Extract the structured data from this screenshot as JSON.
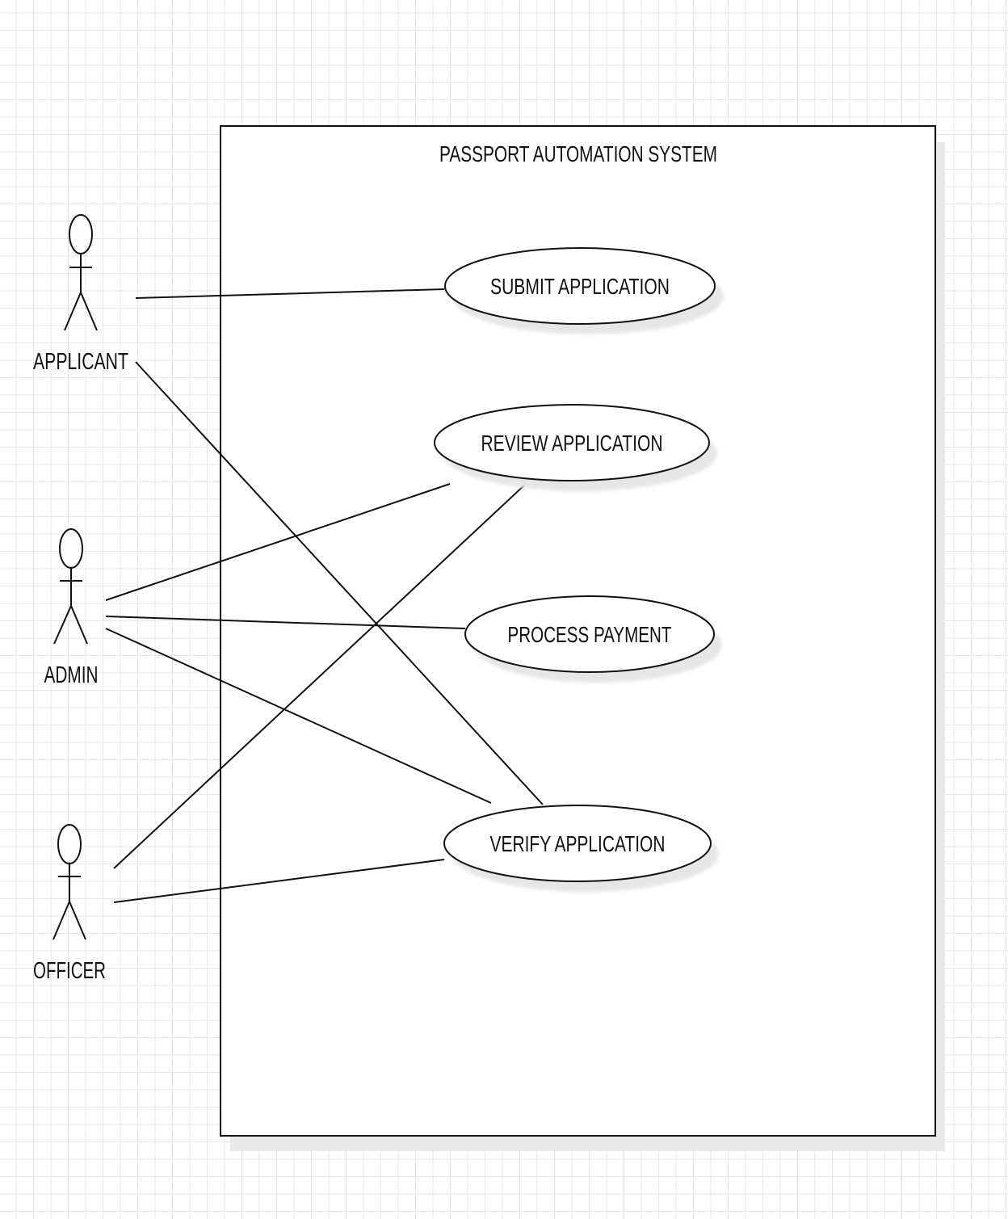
{
  "system": {
    "title": "PASSPORT AUTOMATION SYSTEM"
  },
  "actors": {
    "applicant": "APPLICANT",
    "admin": "ADMIN",
    "officer": "OFFICER"
  },
  "use_cases": {
    "submit": "SUBMIT APPLICATION",
    "review": "REVIEW APPLICATION",
    "payment": "PROCESS PAYMENT",
    "verify": "VERIFY APPLICATION"
  },
  "associations": [
    {
      "actor": "APPLICANT",
      "use_case": "SUBMIT APPLICATION"
    },
    {
      "actor": "APPLICANT",
      "use_case": "VERIFY APPLICATION"
    },
    {
      "actor": "ADMIN",
      "use_case": "REVIEW APPLICATION"
    },
    {
      "actor": "ADMIN",
      "use_case": "PROCESS PAYMENT"
    },
    {
      "actor": "ADMIN",
      "use_case": "VERIFY APPLICATION"
    },
    {
      "actor": "OFFICER",
      "use_case": "REVIEW APPLICATION"
    },
    {
      "actor": "OFFICER",
      "use_case": "VERIFY APPLICATION"
    }
  ]
}
